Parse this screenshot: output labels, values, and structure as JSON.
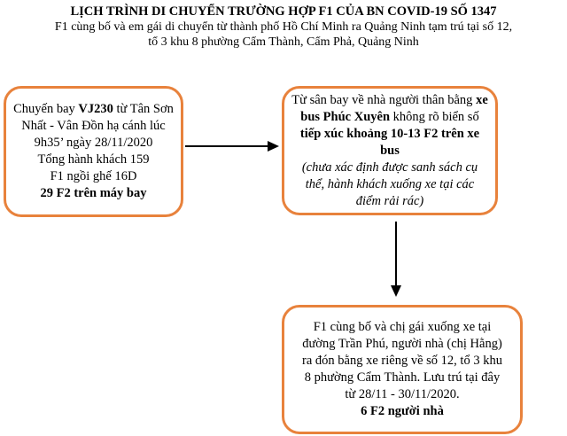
{
  "colors": {
    "background": "#FFFFFF",
    "text": "#000000",
    "box_border": "#E8823C",
    "arrow": "#000000"
  },
  "header": {
    "title": "LỊCH TRÌNH DI CHUYỂN TRƯỜNG HỢP F1 CỦA BN COVID-19 SỐ 1347",
    "subtitle_lines": [
      "F1 cùng bố và em gái di chuyển từ thành phố Hồ Chí Minh ra Quảng Ninh tạm trú tại số 12,",
      "tổ 3 khu 8 phường Cẩm Thành, Cẩm Phả, Quảng Ninh"
    ]
  },
  "boxes": {
    "flight": {
      "lines": [
        [
          {
            "t": "Chuyến bay "
          },
          {
            "t": "VJ230",
            "b": true
          },
          {
            "t": " từ Tân Sơn"
          }
        ],
        [
          {
            "t": "Nhất - Vân Đồn hạ cánh lúc"
          }
        ],
        [
          {
            "t": "9h35’ ngày 28/11/2020"
          }
        ],
        [
          {
            "t": "Tổng hành khách 159"
          }
        ],
        [
          {
            "t": "F1 ngồi ghế 16D"
          }
        ],
        [
          {
            "t": "29 F2 trên máy bay",
            "b": true
          }
        ]
      ]
    },
    "bus": {
      "lines": [
        [
          {
            "t": "Từ sân bay về nhà người thân bằng "
          },
          {
            "t": "xe",
            "b": true
          }
        ],
        [
          {
            "t": "bus Phúc Xuyên",
            "b": true
          },
          {
            "t": " không rõ biển số"
          }
        ],
        [
          {
            "t": "tiếp xúc khoảng 10-13 F2 trên xe",
            "b": true
          }
        ],
        [
          {
            "t": "bus",
            "b": true
          }
        ],
        [
          {
            "t": "(chưa xác định được sanh sách cụ",
            "i": true
          }
        ],
        [
          {
            "t": "thể, hành khách xuống xe tại các",
            "i": true
          }
        ],
        [
          {
            "t": "điểm rải rác)",
            "i": true
          }
        ]
      ]
    },
    "home": {
      "lines": [
        [
          {
            "t": "F1 cùng bố và chị gái xuống xe tại"
          }
        ],
        [
          {
            "t": "đường Trần Phú, người nhà (chị Hằng)"
          }
        ],
        [
          {
            "t": "ra đón bằng xe riêng về số 12, tổ 3 khu"
          }
        ],
        [
          {
            "t": "8 phường Cẩm Thành. Lưu trú tại đây"
          }
        ],
        [
          {
            "t": "từ 28/11 - 30/11/2020."
          }
        ],
        [
          {
            "t": "6 F2 người nhà",
            "b": true
          }
        ]
      ]
    }
  }
}
